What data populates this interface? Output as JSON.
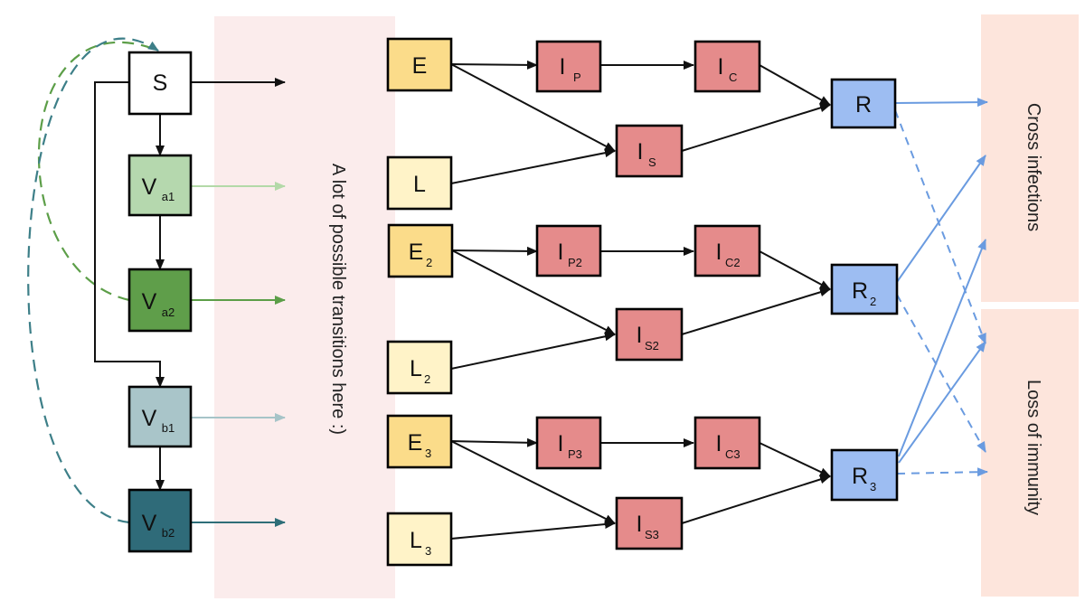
{
  "colors": {
    "S": "#ffffff",
    "Va1": "#b5d8ae",
    "Va2": "#5f9e4a",
    "Vb1": "#a9c5c9",
    "Vb2": "#2f6b79",
    "E": "#fbdc8a",
    "L": "#fff3c8",
    "I": "#e58b8b",
    "R": "#9dbdf2",
    "panel": "#fbecec",
    "right_panel": "#fde5dc",
    "arrow": "#111111",
    "blue_arrow": "#6a9be0",
    "green_light": "#b3d9a8",
    "green_dark": "#5c9e48",
    "teal_light": "#a6c4c8",
    "teal_dark": "#2e6e78",
    "dashed_green": "#5c9e48",
    "dashed_teal": "#3d7f88"
  },
  "vaccine_nodes": [
    {
      "id": "S",
      "main": "S",
      "sub": ""
    },
    {
      "id": "Va1",
      "main": "V",
      "sub": "a1"
    },
    {
      "id": "Va2",
      "main": "V",
      "sub": "a2"
    },
    {
      "id": "Vb1",
      "main": "V",
      "sub": "b1"
    },
    {
      "id": "Vb2",
      "main": "V",
      "sub": "b2"
    }
  ],
  "strain_nodes": [
    {
      "id": "E",
      "main": "E",
      "sub": ""
    },
    {
      "id": "L",
      "main": "L",
      "sub": ""
    },
    {
      "id": "IP",
      "main": "I",
      "sub": "P"
    },
    {
      "id": "IC",
      "main": "I",
      "sub": "C"
    },
    {
      "id": "IS",
      "main": "I",
      "sub": "S"
    },
    {
      "id": "R",
      "main": "R",
      "sub": ""
    },
    {
      "id": "E2",
      "main": "E",
      "sub": "2"
    },
    {
      "id": "L2",
      "main": "L",
      "sub": "2"
    },
    {
      "id": "IP2",
      "main": "I",
      "sub": "P2"
    },
    {
      "id": "IC2",
      "main": "I",
      "sub": "C2"
    },
    {
      "id": "IS2",
      "main": "I",
      "sub": "S2"
    },
    {
      "id": "R2",
      "main": "R",
      "sub": "2"
    },
    {
      "id": "E3",
      "main": "E",
      "sub": "3"
    },
    {
      "id": "L3",
      "main": "L",
      "sub": "3"
    },
    {
      "id": "IP3",
      "main": "I",
      "sub": "P3"
    },
    {
      "id": "IC3",
      "main": "I",
      "sub": "C3"
    },
    {
      "id": "IS3",
      "main": "I",
      "sub": "S3"
    },
    {
      "id": "R3",
      "main": "R",
      "sub": "3"
    }
  ],
  "panel_text": "A lot of possible transitions here :)",
  "right_labels": {
    "cross": "Cross infections",
    "loss": "Loss of immunity"
  }
}
